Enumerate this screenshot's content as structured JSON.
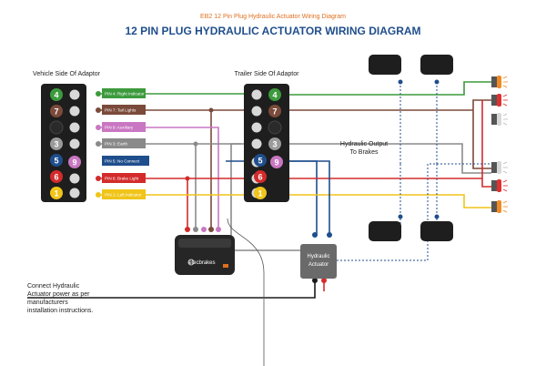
{
  "header": {
    "subtitle": "EB2 12 Pin Plug Hydraulic Actuator Wiring Diagram",
    "title": "12 PIN PLUG HYDRAULIC ACTUATOR WIRING DIAGRAM"
  },
  "labels": {
    "vehicle_side": "Vehicle Side Of Adaptor",
    "trailer_side": "Trailer Side Of Adaptor",
    "hydraulic_output_line1": "Hydraulic Output",
    "hydraulic_output_line2": "To Brakes",
    "actuator_line1": "Hydraulic",
    "actuator_line2": "Actuator",
    "controller_brand": "elecbrakes",
    "power_note_line1": "Connect Hydraulic",
    "power_note_line2": "Actuator power as per",
    "power_note_line3": "manufacturers",
    "power_note_line4": "installation instructions."
  },
  "pins": {
    "p4": "4",
    "p7": "7",
    "p3": "3",
    "p5": "5",
    "p9": "9",
    "p6": "6",
    "p1": "1"
  },
  "wires": {
    "pin4": "PIN 4: Right Indicator",
    "pin7": "PIN 7: Tail Lights",
    "pin9": "PIN 9: Auxiliary",
    "pin3": "PIN 3: Earth",
    "pin5": "PIN 5: No Connect",
    "pin6": "PIN 6: Brake Light",
    "pin1": "PIN 1: Left Indicator"
  },
  "colors": {
    "title": "#1f4e8c",
    "subtitle": "#e07020",
    "green": "#3c9a3c",
    "brown": "#7b4a3a",
    "pink": "#c977c2",
    "grey": "#8a8a8a",
    "blue": "#1f4e8c",
    "red": "#d32b2b",
    "yellow": "#f0c419",
    "black": "#1a1a1a",
    "amber_lamp": "#f08a24",
    "red_lamp": "#e03030",
    "white_lamp": "#d8d8d8"
  }
}
